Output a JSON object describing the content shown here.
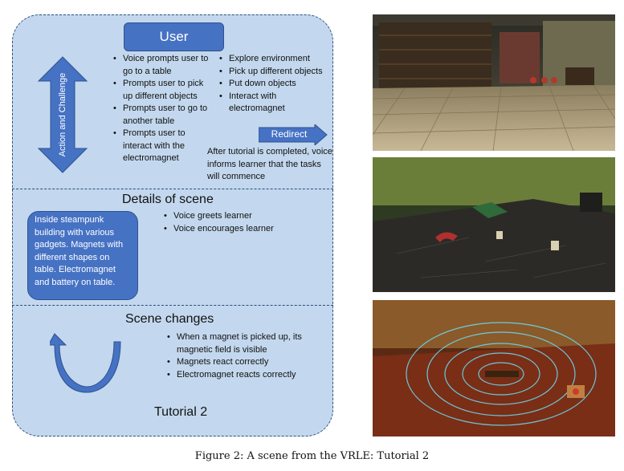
{
  "panel": {
    "user_label": "User",
    "action_label": "Action and Challenge",
    "user_prompts_left": [
      "Voice prompts user to go to a table",
      "Prompts user to pick up different objects",
      "Prompts user to go to another table",
      "Prompts user to interact with the electromagnet"
    ],
    "user_actions_right": [
      "Explore environment",
      "Pick up different objects",
      "Put down objects",
      "Interact with electromagnet"
    ],
    "redirect_label": "Redirect",
    "after_tutorial_note": "After tutorial is completed, voice informs learner that the tasks will commence",
    "details_title": "Details of scene",
    "scene_description": "Inside steampunk building with various gadgets. Magnets with different shapes on table. Electromagnet and battery on table.",
    "voice_items": [
      "Voice greets learner",
      "Voice encourages learner"
    ],
    "scene_changes_title": "Scene changes",
    "scene_changes_items": [
      "When a magnet is picked up, its magnetic field is visible",
      "Magnets react correctly",
      "Electromagnet reacts correctly"
    ],
    "tutorial_label": "Tutorial 2"
  },
  "caption": "Figure 2: A scene from the VRLE: Tutorial 2",
  "colors": {
    "panel_fill": "#c3d8ee",
    "box_fill": "#4672c4",
    "dashed_border": "#2d4f7c"
  }
}
